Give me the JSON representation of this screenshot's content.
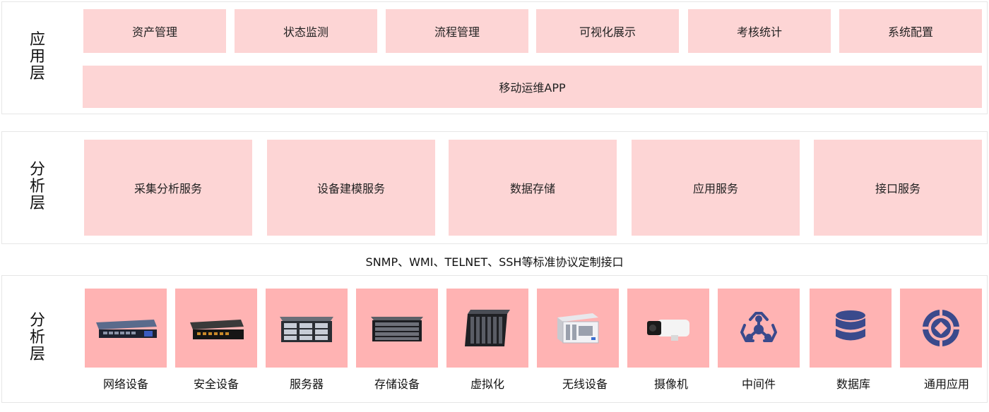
{
  "application_layer": {
    "label_chars": [
      "应",
      "用",
      "层"
    ],
    "modules": [
      "资产管理",
      "状态监测",
      "流程管理",
      "可视化展示",
      "考核统计",
      "系统配置"
    ],
    "app": "移动运维APP"
  },
  "analysis_layer": {
    "label_chars": [
      "分",
      "析",
      "层"
    ],
    "services": [
      "采集分析服务",
      "设备建模服务",
      "数据存储",
      "应用服务",
      "接口服务"
    ]
  },
  "protocol_text": "SNMP、WMI、TELNET、SSH等标准协议定制接口",
  "device_layer": {
    "label_chars": [
      "分",
      "析",
      "层"
    ],
    "devices": [
      {
        "label": "网络设备",
        "icon": "network-switch-icon"
      },
      {
        "label": "安全设备",
        "icon": "firewall-appliance-icon"
      },
      {
        "label": "服务器",
        "icon": "server-icon"
      },
      {
        "label": "存储设备",
        "icon": "storage-array-icon"
      },
      {
        "label": "虚拟化",
        "icon": "blade-chassis-icon"
      },
      {
        "label": "无线设备",
        "icon": "wireless-controller-icon"
      },
      {
        "label": "摄像机",
        "icon": "camera-icon"
      },
      {
        "label": "中间件",
        "icon": "middleware-icon"
      },
      {
        "label": "数据库",
        "icon": "database-icon"
      },
      {
        "label": "通用应用",
        "icon": "general-app-icon"
      }
    ]
  }
}
